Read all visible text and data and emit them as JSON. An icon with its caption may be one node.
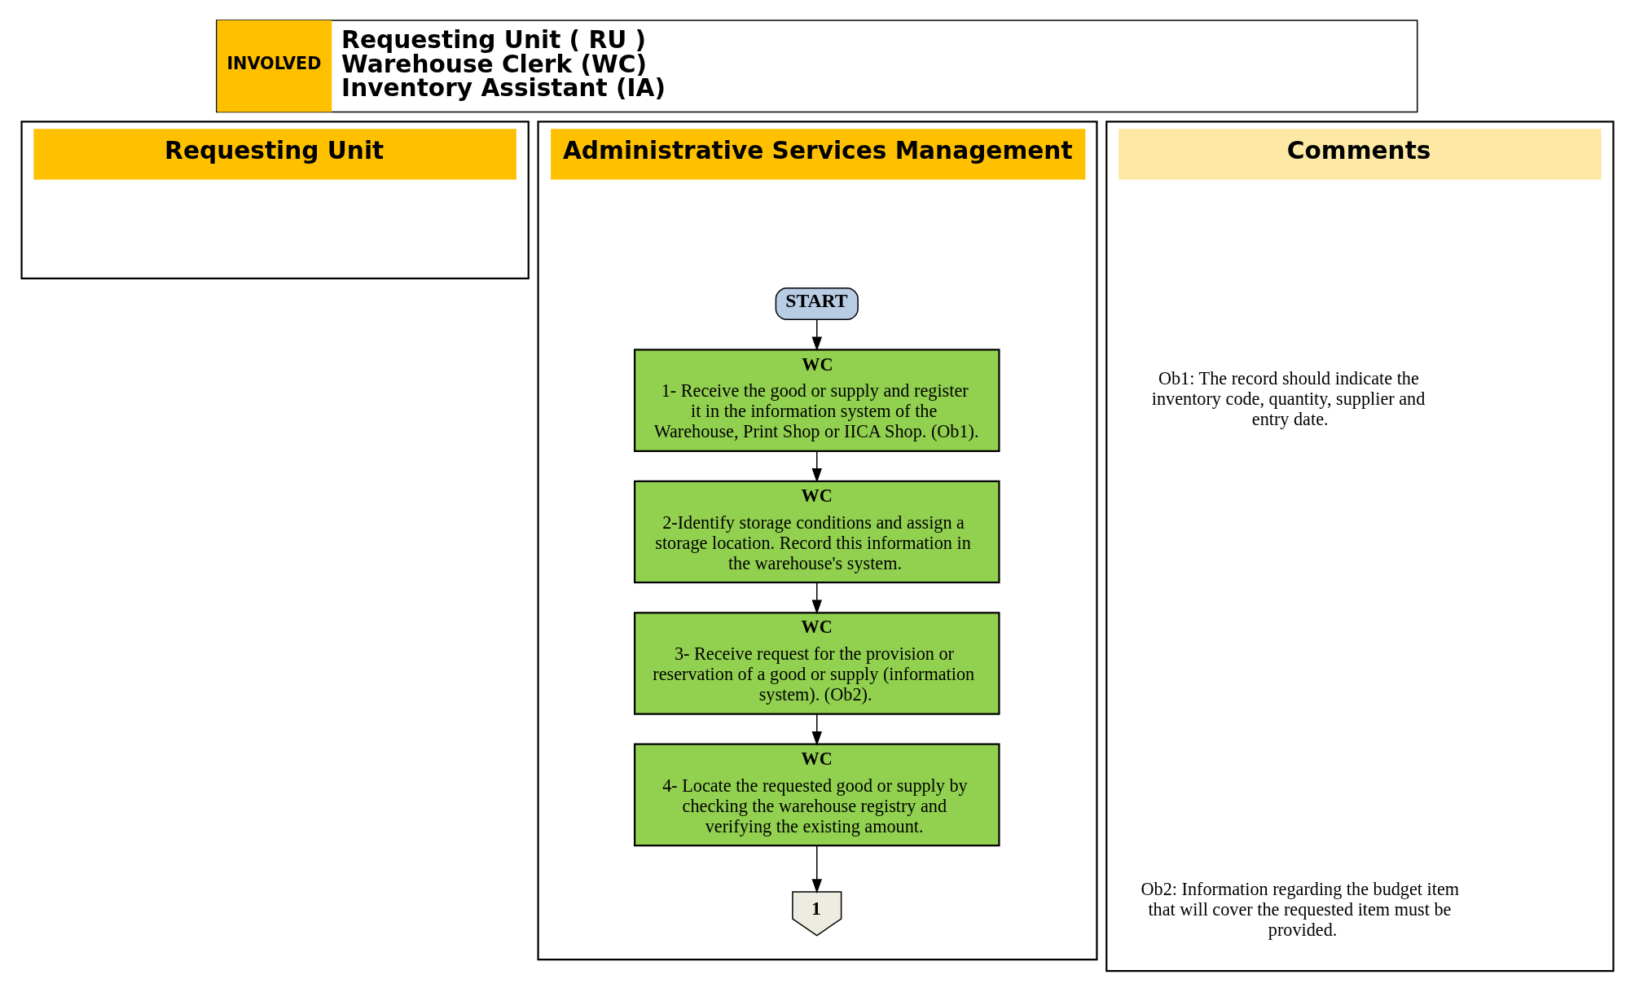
{
  "diagram": {
    "nodes": [
      {
        "text": [
          "INVOLVED",
          "Requesting Unit ( RU )",
          "Warehouse Clerk (WC)",
          "Inventory Assistant (IA)"
        ]
      },
      {
        "text": [
          "Requesting Unit"
        ]
      },
      {
        "text": [
          "Administrative Services Management"
        ]
      },
      {
        "text": [
          "START"
        ],
        "in": 2
      },
      {
        "text": [
          "WC",
          "1- Receive the good or supply and register it in the information system of the Warehouse, Print Shop or IICA Shop. (Ob1)."
        ],
        "in": 2
      },
      {
        "text": [
          "WC",
          "2-Identify storage conditions and assign a storage location. Record this information in the warehouse's system."
        ],
        "in": 2
      },
      {
        "text": [
          "WC",
          "3- Receive request for the provision or reservation of a good or supply (information system). (Ob2)."
        ],
        "in": 2
      },
      {
        "text": [
          "WC",
          "4- Locate the requested good or supply by checking the warehouse registry and verifying the existing amount."
        ],
        "in": 2
      },
      {
        "text": [
          "1"
        ],
        "in": 2
      },
      {
        "text": [
          "Comments"
        ]
      }
    ],
    "edges": [
      {
        "from": 3,
        "to": 4,
        "arrow": "to"
      },
      {
        "from": 4,
        "to": 5,
        "arrow": "to"
      },
      {
        "from": 5,
        "to": 6,
        "arrow": "to"
      },
      {
        "from": 6,
        "to": 7,
        "arrow": "to"
      },
      {
        "from": 7,
        "to": 8,
        "arrow": "to"
      }
    ],
    "labels": [
      "Ob1: The record should indicate the inventory code, quantity, supplier and entry date.",
      "Ob2: Information regarding the budget item that will cover the requested item must be provided."
    ]
  }
}
